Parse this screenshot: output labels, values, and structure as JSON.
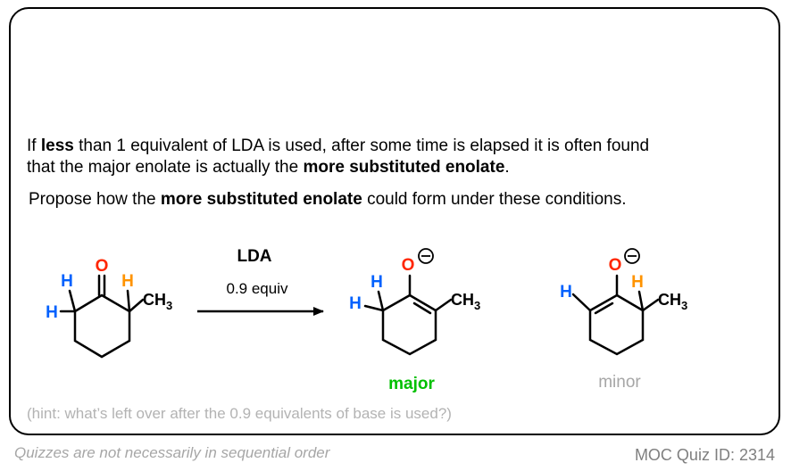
{
  "question": {
    "line1_pre": "If ",
    "line1_bold": "less",
    "line1_post": " than 1 equivalent of LDA is used, after some time is elapsed it is often found",
    "line2_pre": "that the major enolate is actually  the ",
    "line2_bold": "more substituted enolate",
    "line2_post": ".",
    "line3_pre": "Propose how the ",
    "line3_bold": "more substituted enolate",
    "line3_post": " could form under these conditions."
  },
  "reaction": {
    "reagent": "LDA",
    "amount": "0.9 equiv"
  },
  "atoms": {
    "oxygen": "O",
    "hydrogen": "H",
    "methyl_main": "CH",
    "methyl_sub": "3",
    "charge": "−"
  },
  "products": {
    "major_label": "major",
    "minor_label": "minor"
  },
  "hint": "(hint: what’s left over after the 0.9 equivalents of base is used?)",
  "footer": {
    "note": "Quizzes are not necessarily in sequential order",
    "quiz_id": "MOC Quiz ID: 2314"
  },
  "colors": {
    "oxygen": "#ff2600",
    "h_blue": "#0061fe",
    "h_orange": "#ff9300",
    "major": "#00c000",
    "minor": "#a6a6a6",
    "hint": "#b3b3b3"
  }
}
